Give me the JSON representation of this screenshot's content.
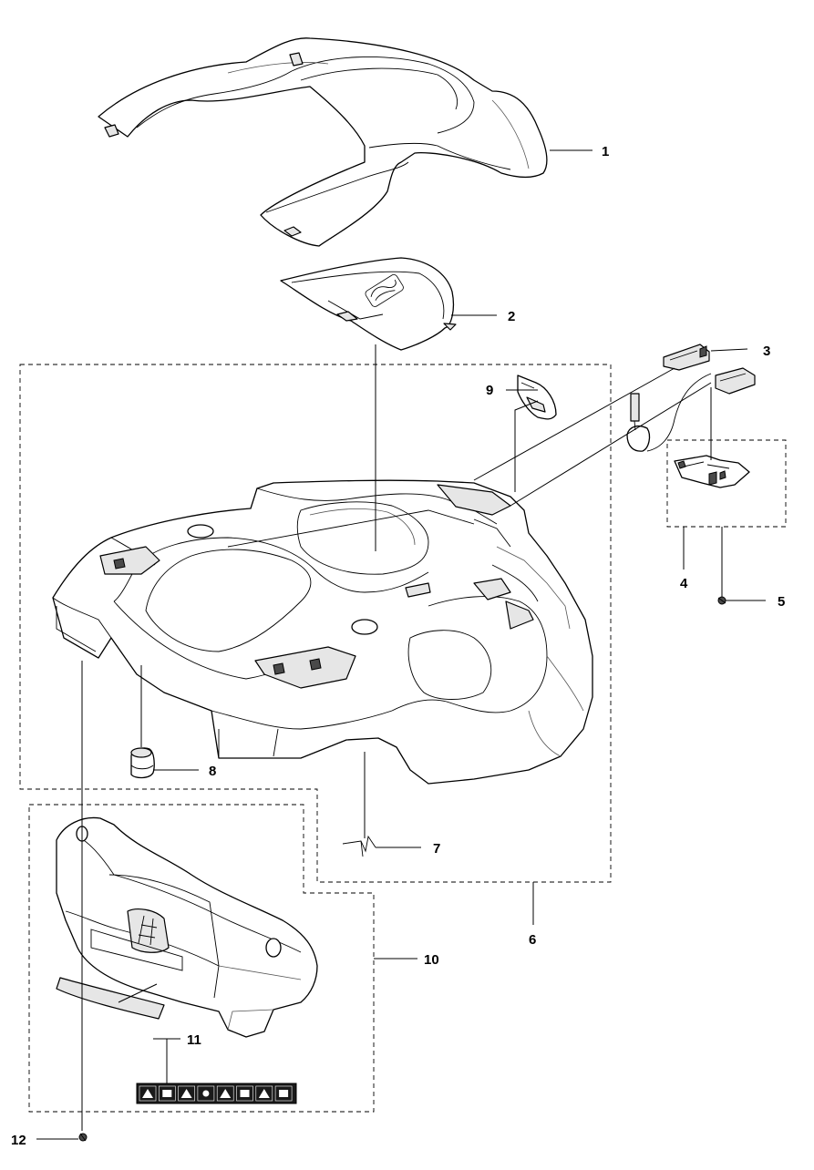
{
  "callouts": {
    "c1": "1",
    "c2": "2",
    "c3": "3",
    "c4": "4",
    "c5": "5",
    "c6": "6",
    "c7": "7",
    "c8": "8",
    "c9": "9",
    "c10": "10",
    "c11": "11",
    "c12": "12"
  },
  "icons": {
    "warning_label_symbols": [
      "warning-triangle-icon",
      "manual-icon",
      "warning-triangle-icon",
      "person-icon",
      "warning-triangle-icon",
      "book-icon",
      "warning-triangle-icon",
      "hand-icon"
    ]
  },
  "colors": {
    "line": "#000000",
    "background": "#ffffff",
    "label_fill": "#1a1a1a"
  }
}
